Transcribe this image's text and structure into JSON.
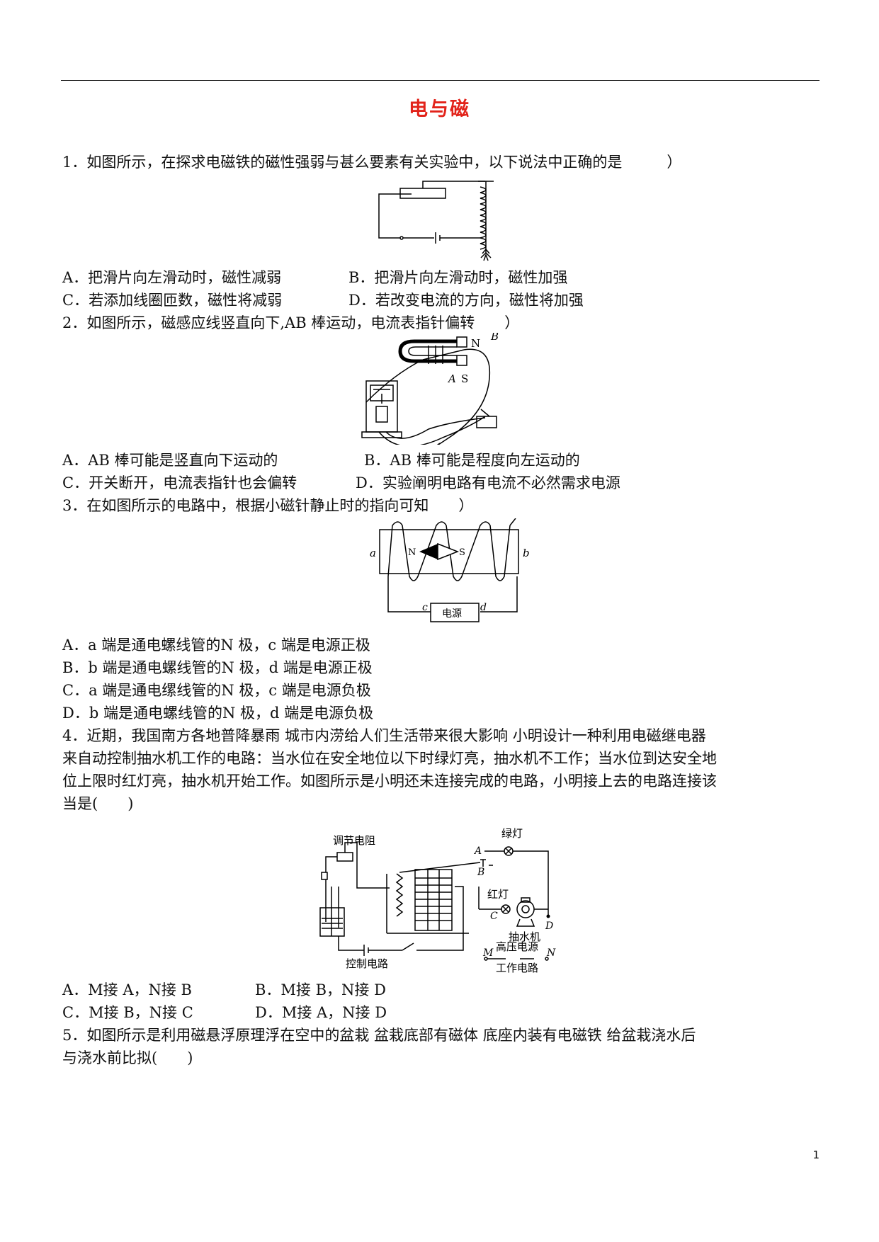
{
  "page": {
    "title": "电与磁",
    "page_number": "1"
  },
  "q1": {
    "stem": "1．如图所示，在探求电磁铁的磁性强弱与甚么要素有关实验中，以下说法中正确的是　　　）",
    "a": "A．把滑片向左滑动时，磁性减弱",
    "b": "B．把滑片向左滑动时，磁性加强",
    "c": "C．若添加线圈匝数，磁性将减弱",
    "d": "D．若改变电流的方向，磁性将加强"
  },
  "q2": {
    "stem": "2．如图所示，磁感应线竖直向下,AB 棒运动，电流表指针偏转　　）",
    "a": "A．AB 棒可能是竖直向下运动的",
    "b": "B．AB 棒可能是程度向左运动的",
    "c": "C．开关断开，电流表指针也会偏转",
    "d": "D．实验阐明电路有电流不必然需求电源",
    "fig": {
      "n": "N",
      "s": "S",
      "a": "A",
      "b": "B"
    }
  },
  "q3": {
    "stem": "3．在如图所示的电路中，根据小磁针静止时的指向可知　　）",
    "a": "A．a 端是通电螺线管的N 极，c 端是电源正极",
    "b": "B．b 端是通电螺线管的N 极，d 端是电源正极",
    "c": "C．a 端是通电缧线管的N 极，c 端是电源负极",
    "d": "D．b 端是通电螺线管的N 极，d 端是电源负极",
    "fig": {
      "a": "a",
      "b": "b",
      "n": "N",
      "s": "S",
      "c": "c",
      "d": "d",
      "source": "电源"
    }
  },
  "q4": {
    "stem1": "4．近期，我国南方各地普降暴雨 城市内涝给人们生活带来很大影响 小明设计一种利用电磁继电器",
    "stem2": "来自动控制抽水机工作的电路：当水位在安全地位以下时绿灯亮，抽水机不工作；当水位到达安全地",
    "stem3": "位上限时红灯亮，抽水机开始工作。如图所示是小明还未连接完成的电路，小明接上去的电路连接该",
    "stem4": "当是(　　)",
    "a": "A．M接 A，N接 B",
    "b": "B．M接 B，N接 D",
    "c": "C．M接 B，N接 C",
    "d": "D．M接 A，N接 D",
    "fig": {
      "green": "绿灯",
      "red": "红灯",
      "resistor": "调节电阻",
      "pump": "抽水机",
      "hv": "高压电源",
      "control": "控制电路",
      "work": "工作电路",
      "A": "A",
      "B": "B",
      "C": "C",
      "D": "D",
      "M": "M",
      "N": "N"
    }
  },
  "q5": {
    "stem1": "5．如图所示是利用磁悬浮原理浮在空中的盆栽 盆栽底部有磁体 底座内装有电磁铁 给盆栽浇水后",
    "stem2": "与浇水前比拟(　　)"
  }
}
